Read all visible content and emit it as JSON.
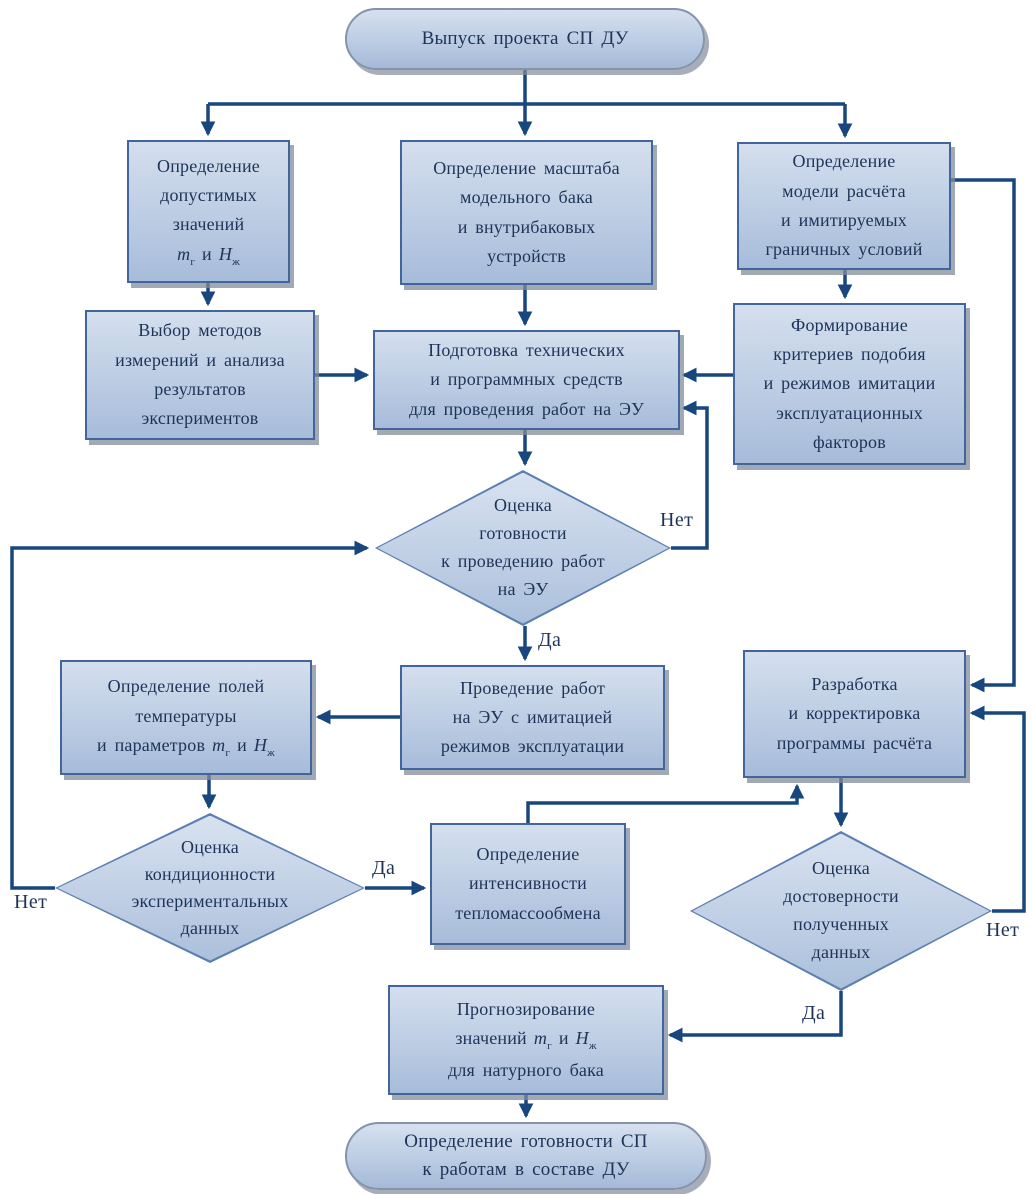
{
  "diagram": {
    "kind": "flowchart",
    "language": "ru",
    "colors": {
      "connector": "#17477e",
      "box_border": "#41659c",
      "box_fill_top": "#d4dfee",
      "box_fill_bottom": "#a7bcda",
      "text": "#1d3357",
      "shadow": "#8a94a3"
    }
  },
  "symbols": {
    "m": "m",
    "m_sub": "г",
    "and": "и",
    "H": "H",
    "H_sub": "ж"
  },
  "nodes": {
    "start": {
      "text": "Выпуск проекта СП ДУ"
    },
    "limits": {
      "text": "Определение\nдопустимых\nзначений"
    },
    "scale": {
      "text": "Определение масштаба\nмодельного бака\nи внутрибаковых\nустройств"
    },
    "model": {
      "text": "Определение\nмодели расчёта\nи имитируемых\nграничных условий"
    },
    "methods": {
      "text": "Выбор методов\nизмерений и анализа\nрезультатов\nэкспериментов"
    },
    "prep": {
      "text": "Подготовка технических\nи программных средств\nдля проведения работ на ЭУ"
    },
    "criteria": {
      "text": "Формирование\nкритериев подобия\nи режимов имитации\nэксплуатационных\nфакторов"
    },
    "ready": {
      "text": "Оценка\nготовности\nк проведению работ\nна ЭУ"
    },
    "conduct": {
      "text": "Проведение работ\nна ЭУ с имитацией\nрежимов эксплуатации"
    },
    "fields": {
      "text": "Определение полей\nтемпературы",
      "formula_prefix": "и параметров"
    },
    "develop": {
      "text": "Разработка\nи корректировка\nпрограммы расчёта"
    },
    "quality": {
      "text": "Оценка\nкондиционности\nэкспериментальных\nданных"
    },
    "intensity": {
      "text": "Определение\nинтенсивности\nтепломассообмена"
    },
    "validity": {
      "text": "Оценка\nдостоверности\nполученных\nданных"
    },
    "forecast": {
      "line1": "Прогнозирование",
      "formula_prefix": "значений",
      "line3": "для натурного бака"
    },
    "end": {
      "text": "Определение готовности СП\nк работам в составе ДУ"
    }
  },
  "edge_labels": {
    "ready_no": "Нет",
    "ready_yes": "Да",
    "quality_no": "Нет",
    "quality_yes": "Да",
    "validity_no": "Нет",
    "validity_yes": "Да"
  }
}
